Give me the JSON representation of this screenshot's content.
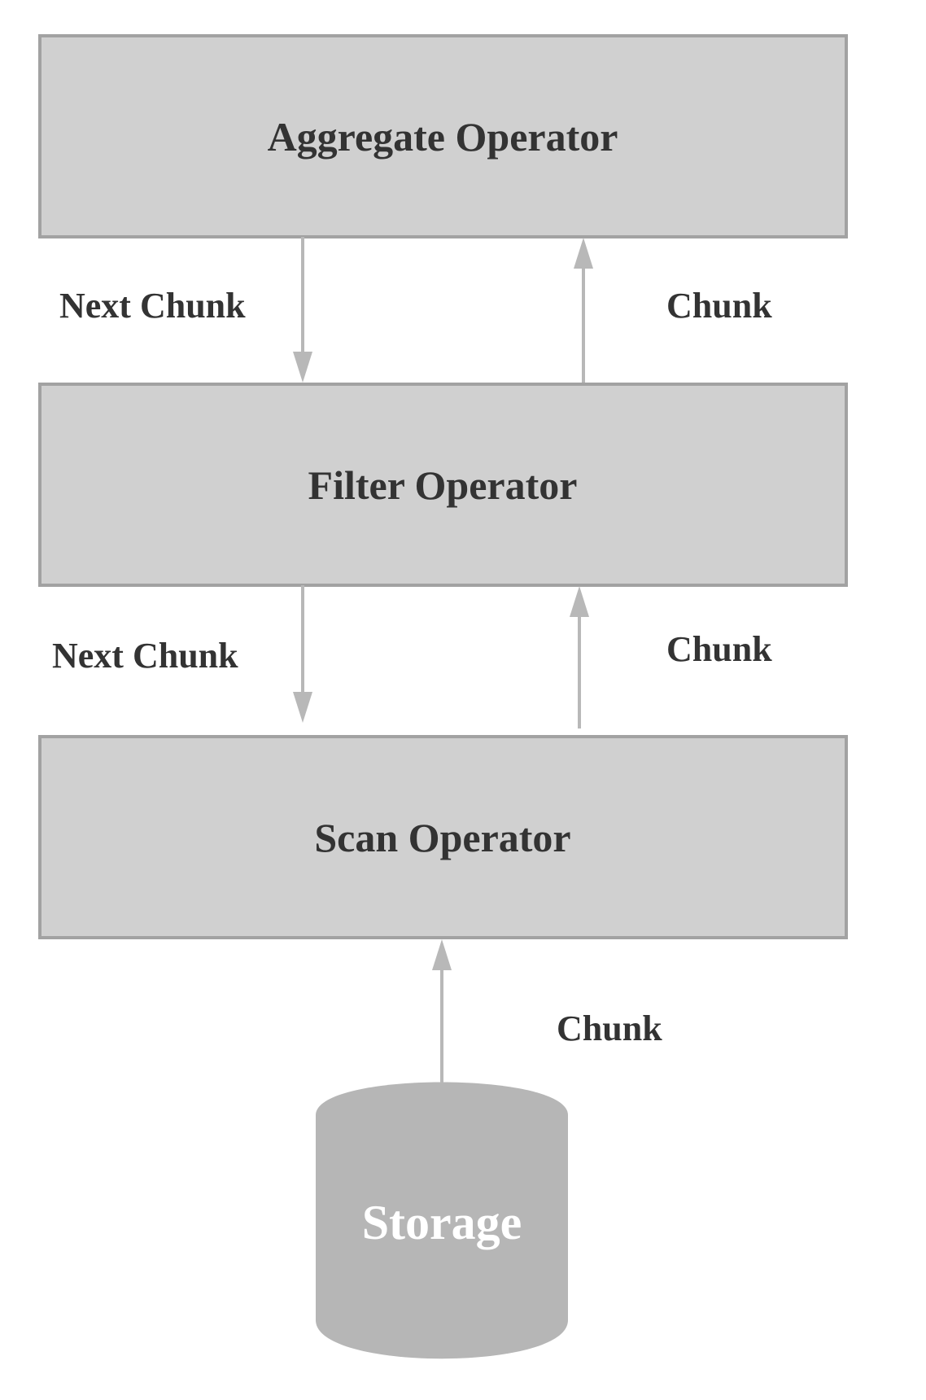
{
  "operators": {
    "aggregate": "Aggregate Operator",
    "filter": "Filter Operator",
    "scan": "Scan Operator"
  },
  "storage": {
    "label": "Storage"
  },
  "edges": {
    "agg_filter_down": "Next Chunk",
    "agg_filter_up": "Chunk",
    "filter_scan_down": "Next Chunk",
    "filter_scan_up": "Chunk",
    "scan_storage_up": "Chunk"
  },
  "colors": {
    "box_fill": "#d0d0d0",
    "box_border": "#a2a2a2",
    "arrow": "#b8b8b8",
    "storage_fill": "#b6b6b6",
    "text": "#333333"
  }
}
